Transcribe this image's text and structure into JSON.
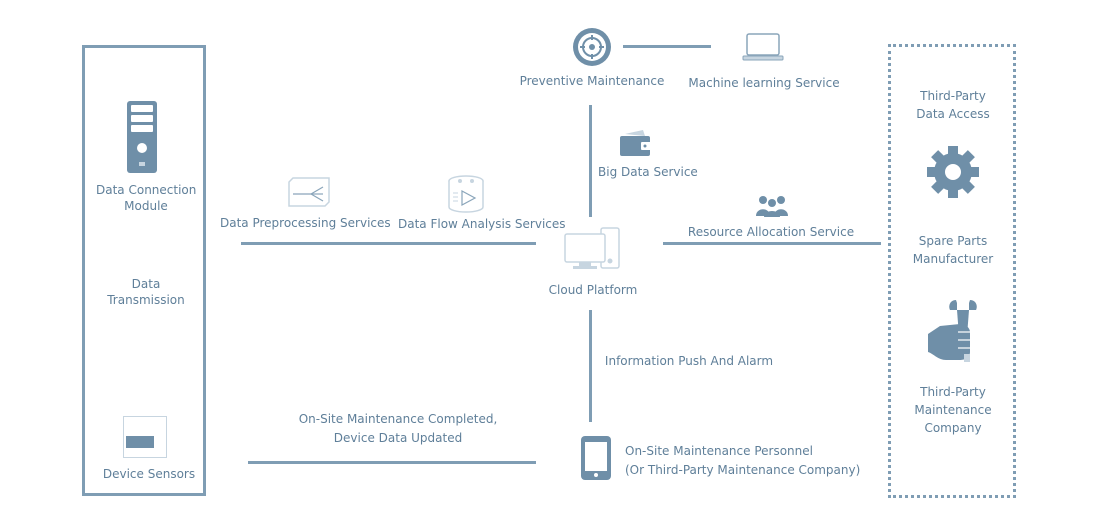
{
  "diagram": {
    "left_panel": {
      "data_connection_module": [
        "Data Connection",
        "Module"
      ],
      "data_transmission": [
        "Data",
        "Transmission"
      ],
      "device_sensors": "Device Sensors"
    },
    "top": {
      "preventive_maintenance": "Preventive Maintenance",
      "machine_learning_service": "Machine learning Service",
      "big_data_service": "Big Data Service"
    },
    "middle": {
      "data_preprocessing_services": "Data Preprocessing Services",
      "data_flow_analysis_services": "Data Flow Analysis Services",
      "cloud_platform": "Cloud Platform",
      "resource_allocation_service": "Resource Allocation Service"
    },
    "bottom": {
      "information_push_and_alarm": "Information Push And Alarm",
      "onsite_completed": [
        "On-Site Maintenance Completed,",
        "Device Data Updated"
      ],
      "onsite_personnel": [
        "On-Site Maintenance Personnel",
        "(Or Third-Party Maintenance Company)"
      ]
    },
    "right_panel": {
      "third_party_data_access": [
        "Third-Party",
        "Data Access"
      ],
      "spare_parts_manufacturer": [
        "Spare Parts",
        "Manufacturer"
      ],
      "third_party_maintenance_company": [
        "Third-Party",
        "Maintenance",
        "Company"
      ]
    }
  },
  "colors": {
    "line": "#7f9db4",
    "icon_fill": "#6f8fa8",
    "icon_light": "#c7d5e0",
    "text": "#5f7f99"
  }
}
